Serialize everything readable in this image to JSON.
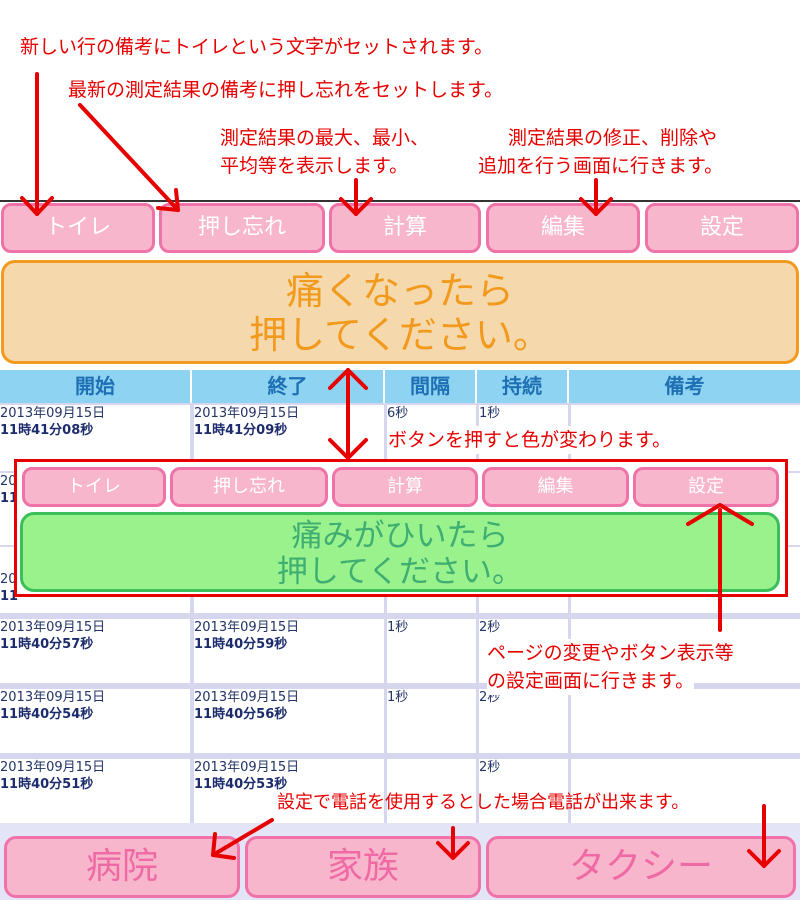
{
  "annotations": {
    "toilet_note": "新しい行の備考にトイレという文字がセットされます。",
    "forgot_note": "最新の測定結果の備考に押し忘れをセットします。",
    "calc_note_1": "測定結果の最大、最小、",
    "calc_note_2": "平均等を表示します。",
    "edit_note_1": "測定結果の修正、削除や",
    "edit_note_2": "追加を行う画面に行きます。",
    "color_note": "ボタンを押すと色が変わります。",
    "settings_note_1": "ページの変更やボタン表示等",
    "settings_note_2": "の設定画面に行きます。",
    "phone_note": "設定で電話を使用するとした場合電話が出来ます。"
  },
  "toolbar": {
    "toilet": "トイレ",
    "forgot": "押し忘れ",
    "calc": "計算",
    "edit": "編集",
    "settings": "設定"
  },
  "main_button": {
    "line1": "痛くなったら",
    "line2": "押してください。"
  },
  "inset": {
    "toolbar": {
      "toilet": "トイレ",
      "forgot": "押し忘れ",
      "calc": "計算",
      "edit": "編集",
      "settings": "設定"
    },
    "main_button": {
      "line1": "痛みがひいたら",
      "line2": "押してください。"
    }
  },
  "table": {
    "headers": [
      "開始",
      "終了",
      "間隔",
      "持続",
      "備考"
    ],
    "rows": [
      {
        "start_date": "2013年09月15日",
        "start_time": "11時41分08秒",
        "end_date": "2013年09月15日",
        "end_time": "11時41分09秒",
        "interval": "6秒",
        "duration": "1秒",
        "note": ""
      },
      {
        "start_date": "2013年09月15日",
        "start_time": "11時40分57秒",
        "end_date": "2013年09月15日",
        "end_time": "11時40分59秒",
        "interval": "1秒",
        "duration": "2秒",
        "note": ""
      },
      {
        "start_date": "2013年09月15日",
        "start_time": "11時40分54秒",
        "end_date": "2013年09月15日",
        "end_time": "11時40分56秒",
        "interval": "1秒",
        "duration": "2秒",
        "note": ""
      },
      {
        "start_date": "2013年09月15日",
        "start_time": "11時40分51秒",
        "end_date": "2013年09月15日",
        "end_time": "11時40分53秒",
        "interval": "",
        "duration": "2秒",
        "note": ""
      }
    ],
    "partial_fragments": [
      "20",
      "11",
      "20",
      "11"
    ]
  },
  "bottom": {
    "hospital": "病院",
    "family": "家族",
    "taxi": "タクシー"
  },
  "colors": {
    "annotation_red": "#e60000",
    "button_pink": "#f7b6cc",
    "button_border": "#ef72a8",
    "start_button": "#f5d9ac",
    "start_border": "#f29a1e",
    "stop_button": "#9af28c",
    "header_blue": "#8ed3f2"
  }
}
